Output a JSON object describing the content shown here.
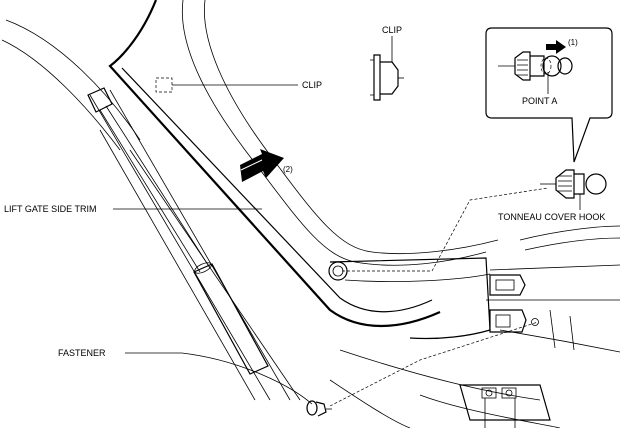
{
  "labels": {
    "clip_top": "CLIP",
    "clip_left": "CLIP",
    "step1": "(1)",
    "point_a": "POINT A",
    "step2": "(2)",
    "lift_gate_side_trim": "LIFT GATE SIDE TRIM",
    "tonneau_cover_hook": "TONNEAU COVER HOOK",
    "fastener": "FASTENER"
  }
}
